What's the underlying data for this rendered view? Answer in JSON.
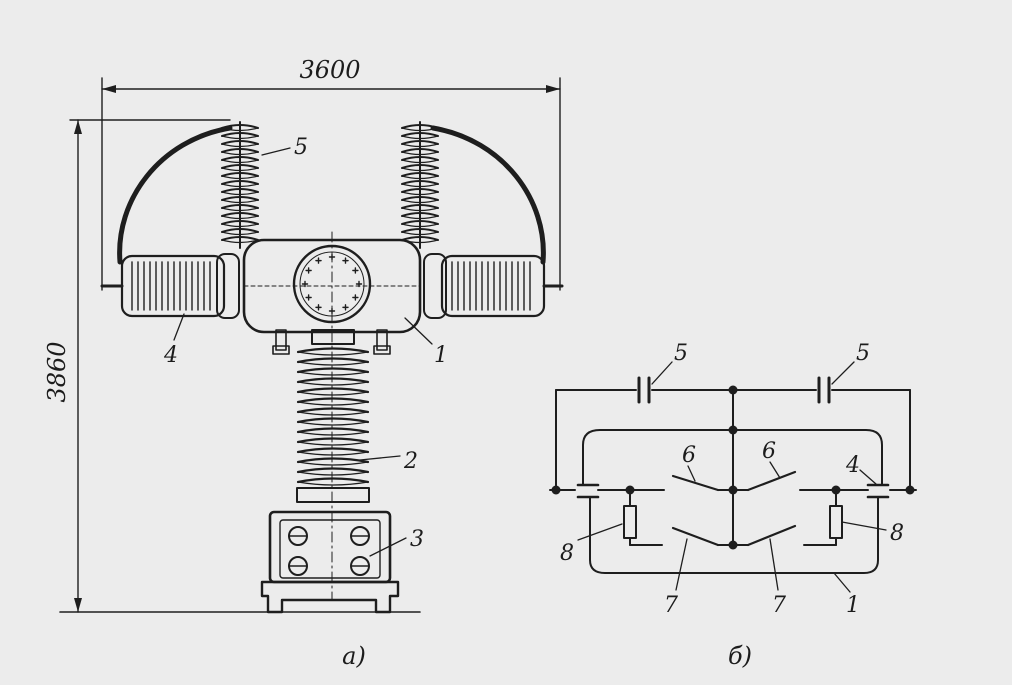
{
  "dimensions": {
    "width_label": "3600",
    "height_label": "3860"
  },
  "drawing_a": {
    "caption": "а)",
    "callouts": {
      "c1": "1",
      "c2": "2",
      "c3": "3",
      "c4": "4",
      "c5": "5"
    }
  },
  "drawing_b": {
    "caption": "б)",
    "callouts": {
      "c5_left": "5",
      "c5_right": "5",
      "c6_left": "6",
      "c6_right": "6",
      "c4": "4",
      "c8_left": "8",
      "c8_right": "8",
      "c7_left": "7",
      "c7_right": "7",
      "c1": "1"
    }
  },
  "colors": {
    "background": "#ececec",
    "ink": "#1e1e1e"
  }
}
